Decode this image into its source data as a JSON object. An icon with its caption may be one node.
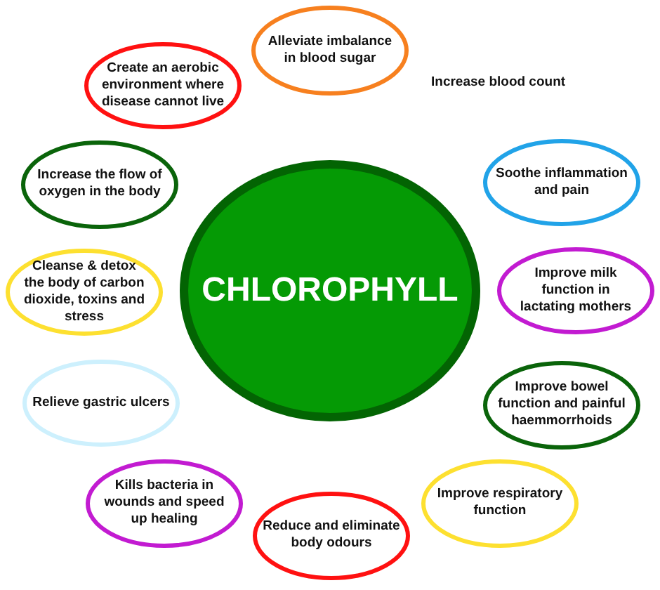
{
  "diagram": {
    "nodes": [
      {
        "text": [
          "CHLOROPHYLL"
        ]
      },
      {
        "text": [
          "Alleviate imbalance in blood sugar"
        ]
      },
      {
        "text": [
          "Create an aerobic environment where disease cannot live"
        ]
      },
      {
        "text": [
          "Increase the flow of oxygen in the body"
        ]
      },
      {
        "text": [
          "Soothe inflammation and pain"
        ]
      },
      {
        "text": [
          "Cleanse & detox the body of carbon dioxide, toxins and stress"
        ]
      },
      {
        "text": [
          "Improve milk function in lactating mothers"
        ]
      },
      {
        "text": [
          "Relieve gastric ulcers"
        ]
      },
      {
        "text": [
          "Improve bowel function and painful haemmorrhoids"
        ]
      },
      {
        "text": [
          "Kills bacteria in wounds and speed up healing"
        ]
      },
      {
        "text": [
          "Improve respiratory function"
        ]
      },
      {
        "text": [
          "Reduce and eliminate body odours"
        ]
      }
    ],
    "labels": [
      "Increase blood count"
    ]
  }
}
